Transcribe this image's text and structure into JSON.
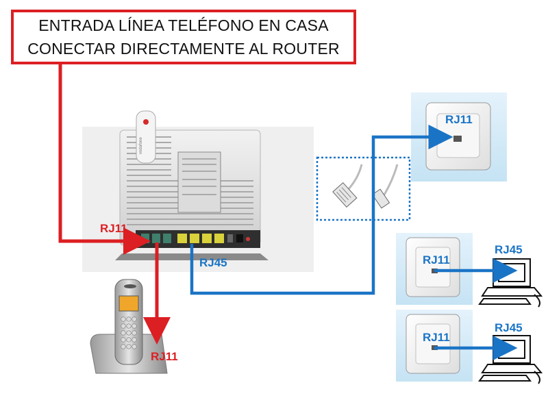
{
  "title": {
    "line1": "ENTRADA LÍNEA TELÉFONO EN CASA",
    "line2": "CONECTAR DIRECTAMENTE AL ROUTER"
  },
  "labels": {
    "router_rj11": "RJ11",
    "router_rj45": "RJ45",
    "phone_rj11": "RJ11",
    "socket_top": "RJ11",
    "socket_mid": "RJ11",
    "socket_bottom": "RJ11",
    "pc_mid": "RJ45",
    "pc_bottom": "RJ45"
  },
  "colors": {
    "red_line": "#dc1f23",
    "blue_line": "#1a74c6",
    "socket_bg": "#c5e3f4",
    "device_gray": "#d9d9d9"
  },
  "icons": [
    "router-icon",
    "usb-modem-icon",
    "cordless-phone-icon",
    "wall-socket-icon",
    "rj45-connector-icon",
    "computer-icon"
  ]
}
